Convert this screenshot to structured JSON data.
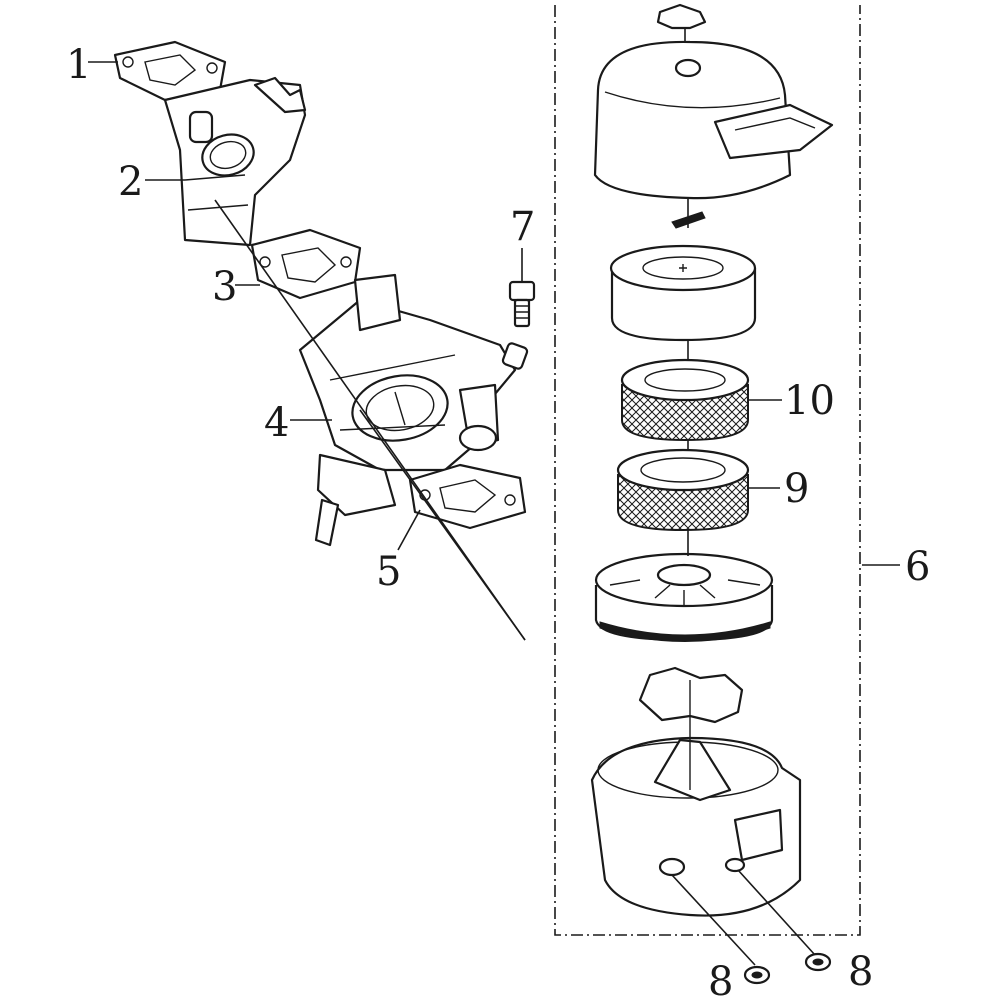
{
  "callouts": {
    "c1": "1",
    "c2": "2",
    "c3": "3",
    "c4": "4",
    "c5": "5",
    "c6": "6",
    "c7": "7",
    "c8a": "8",
    "c8b": "8",
    "c9": "9",
    "c10": "10"
  }
}
